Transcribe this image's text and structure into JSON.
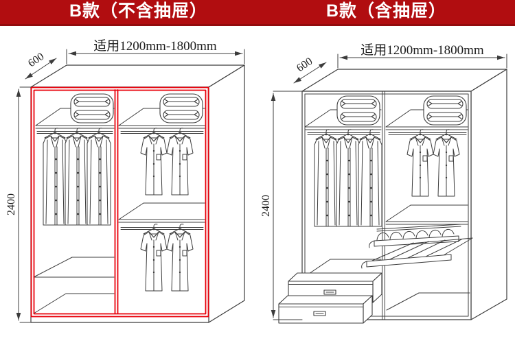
{
  "banner": {
    "background_color": "#b10d10",
    "text_color": "#ffffff",
    "left_title": "B款（不含抽屉）",
    "right_title": "B款（含抽屉）"
  },
  "diagram_left": {
    "label": "wardrobe-without-drawers",
    "width_dimension_label": "适用1200mm-1800mm",
    "depth_dimension_label": "600",
    "height_dimension_label": "2400",
    "highlight_color": "#e8000a",
    "line_color": "#3c3c3c",
    "icons": [
      "blanket-icon",
      "hanger-icon",
      "coat-icon",
      "shirt-icon",
      "hanging-rod",
      "shelf"
    ]
  },
  "diagram_right": {
    "label": "wardrobe-with-drawers",
    "width_dimension_label": "适用1200mm-1800mm",
    "depth_dimension_label": "600",
    "height_dimension_label": "2400",
    "line_color": "#3c3c3c",
    "icons": [
      "blanket-icon",
      "hanger-icon",
      "coat-icon",
      "shirt-icon",
      "hanging-rod",
      "shelf",
      "shoe-rack-icon",
      "drawer-icon"
    ]
  }
}
